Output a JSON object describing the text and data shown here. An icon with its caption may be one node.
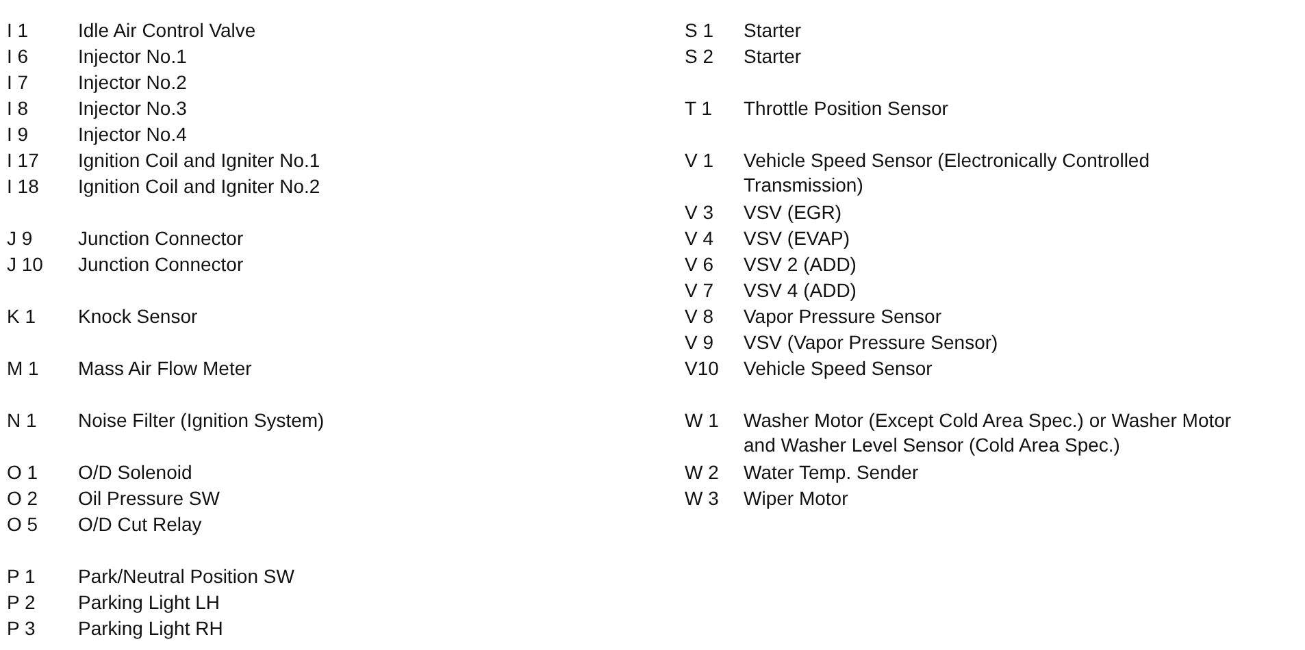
{
  "diagram": {
    "labels": [
      "I 1",
      "Idle Air Control Valve",
      "I 6",
      "Injector No.1",
      "I 7",
      "Injector No.2",
      "I 8",
      "Injector No.3",
      "I 9",
      "Injector No.4",
      "I 17",
      "Ignition Coil and Igniter No.1",
      "I 18",
      "Ignition Coil and Igniter No.2",
      "J 9",
      "Junction Connector",
      "J 10",
      "Junction Connector",
      "K 1",
      "Knock Sensor",
      "M 1",
      "Mass Air Flow Meter",
      "N 1",
      "Noise Filter (Ignition System)",
      "O 1",
      "O/D Solenoid",
      "O 2",
      "Oil Pressure SW",
      "O 5",
      "O/D Cut Relay",
      "P 1",
      "Park/Neutral Position SW",
      "P 2",
      "Parking Light LH",
      "P 3",
      "Parking Light RH",
      "S 1",
      "Starter",
      "S 2",
      "Starter",
      "T 1",
      "Throttle Position Sensor",
      "V 1",
      "Vehicle Speed Sensor (Electronically Controlled Transmission)",
      "V 3",
      "VSV (EGR)",
      "V 4",
      "VSV (EVAP)",
      "V 6",
      "VSV 2 (ADD)",
      "V 7",
      "VSV 4 (ADD)",
      "V 8",
      "Vapor Pressure Sensor",
      "V 9",
      "VSV (Vapor Pressure Sensor)",
      "V10",
      "Vehicle Speed Sensor",
      "W 1",
      "Washer Motor (Except Cold Area Spec.) or Washer Motor and Washer Level Sensor (Cold Area Spec.)",
      "W 2",
      "Water Temp. Sender",
      "W 3",
      "Wiper Motor"
    ]
  }
}
